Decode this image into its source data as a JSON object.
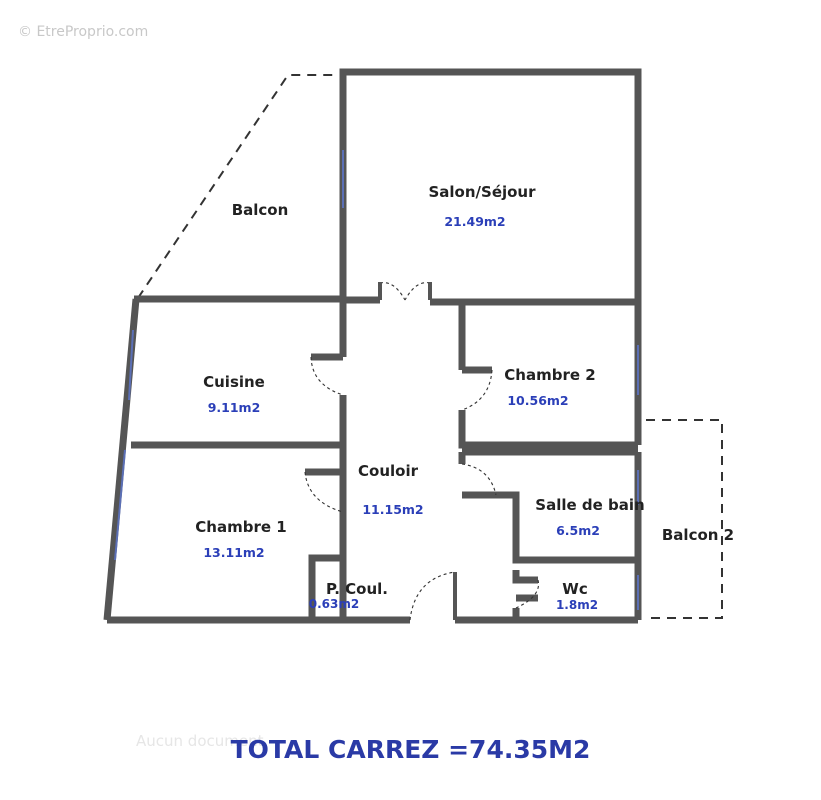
{
  "watermark": {
    "top": "© EtreProprio.com",
    "bottom": "Aucun document"
  },
  "rooms": {
    "salon": {
      "name": "Salon/Séjour",
      "area": "21.49m2"
    },
    "balcon": {
      "name": "Balcon"
    },
    "cuisine": {
      "name": "Cuisine",
      "area": "9.11m2"
    },
    "chambre2": {
      "name": "Chambre 2",
      "area": "10.56m2"
    },
    "couloir": {
      "name": "Couloir",
      "area": "11.15m2"
    },
    "chambre1": {
      "name": "Chambre 1",
      "area": "13.11m2"
    },
    "salle_de_bain": {
      "name": "Salle de bain",
      "area": "6.5m2"
    },
    "balcon2": {
      "name": "Balcon 2"
    },
    "p_coul": {
      "name": "P. Coul.",
      "area": "0.63m2"
    },
    "wc": {
      "name": "Wc",
      "area": "1.8m2"
    }
  },
  "total": "TOTAL CARREZ =74.35M2",
  "colors": {
    "area_text": "#2b3fb8",
    "total_text": "#2a3aa6",
    "walls": "#555555"
  }
}
